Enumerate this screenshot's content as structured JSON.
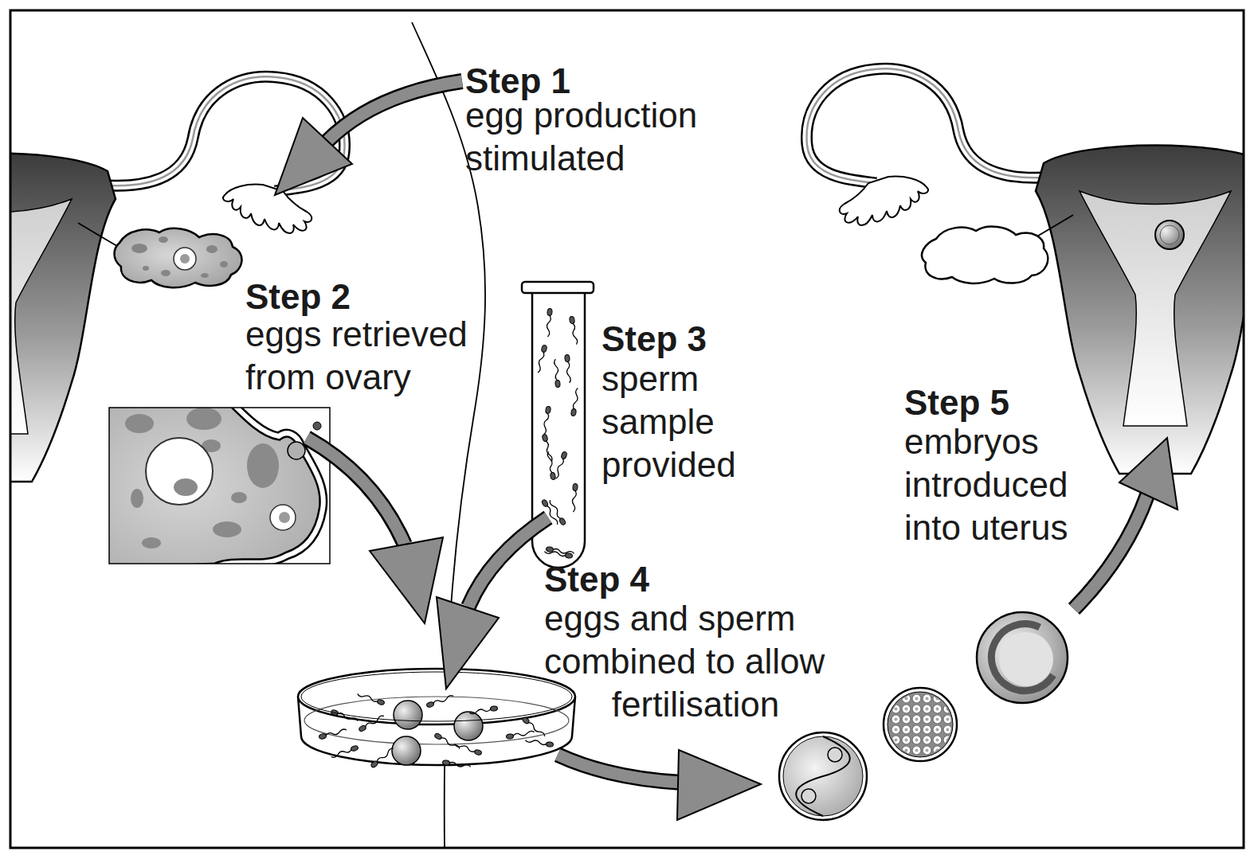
{
  "diagram": {
    "labels": [
      "Step 1",
      "egg production stimulated",
      "Step 2",
      "eggs retrieved from ovary",
      "Step 3",
      "sperm sample provided",
      "Step 4",
      "eggs and sperm combined to allow fertilisation",
      "Step 5",
      "embryos introduced into uterus"
    ]
  }
}
